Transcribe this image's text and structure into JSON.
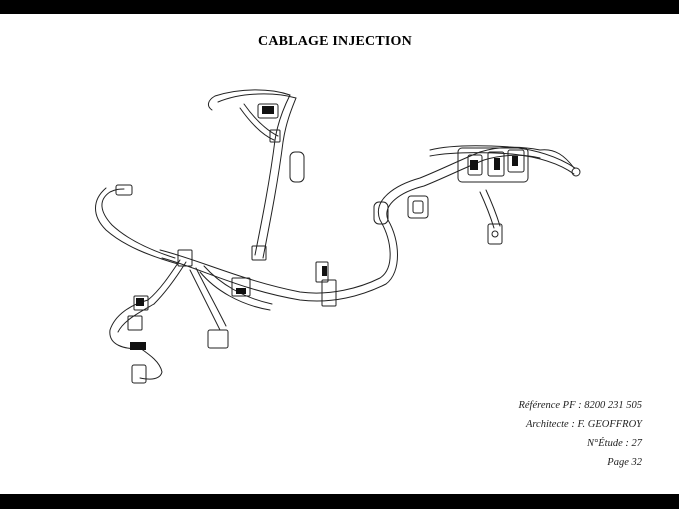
{
  "title": "CABLAGE INJECTION",
  "drawing": {
    "icon": "wiring-harness-drawing"
  },
  "info": {
    "reference": "Référence PF : 8200 231 505",
    "architect": "Architecte : F. GEOFFROY",
    "etude": "N°Étude : 27",
    "page": "Page 32"
  },
  "colors": {
    "bars": "#000000",
    "background": "#ffffff",
    "ink": "#222222"
  }
}
